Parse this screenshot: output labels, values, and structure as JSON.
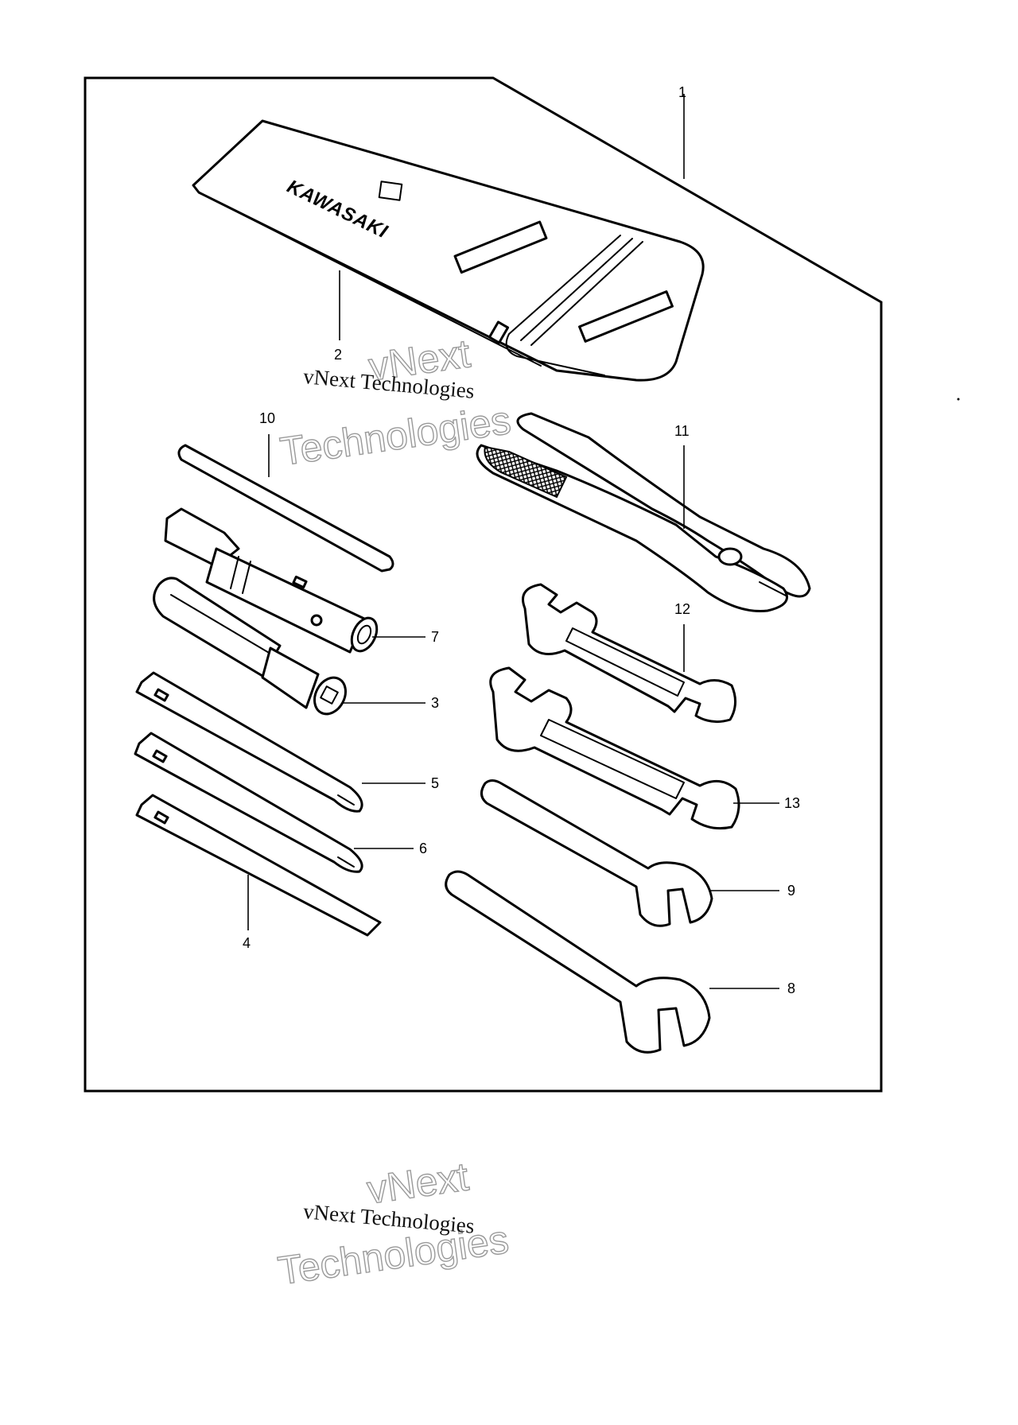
{
  "brand_text": "KAWASAKI",
  "watermarks": [
    {
      "serif_text": "vNext Technologies",
      "outline_line1": "vNext",
      "outline_line2": "Technologies"
    },
    {
      "serif_text": "vNext Technologies",
      "outline_line1": "vNext",
      "outline_line2": "Technologies"
    }
  ],
  "part_labels": {
    "p1": "1",
    "p2": "2",
    "p3": "3",
    "p4": "4",
    "p5": "5",
    "p6": "6",
    "p7": "7",
    "p8": "8",
    "p9": "9",
    "p10": "10",
    "p11": "11",
    "p12": "12",
    "p13": "13"
  }
}
